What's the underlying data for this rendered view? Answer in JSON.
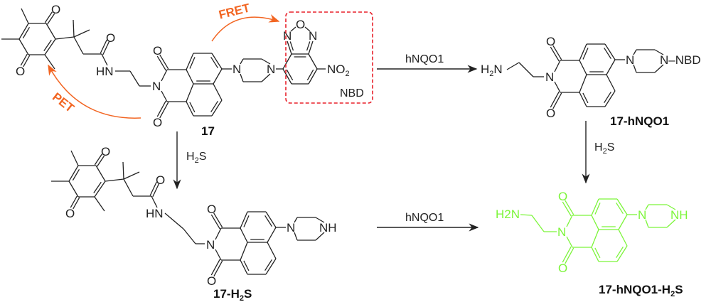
{
  "title": "hNQO1 and H2S dual-responsive probe 17 sensing mechanism",
  "colors": {
    "bond": "#222222",
    "energy_transfer": "#f26522",
    "nbd_box": "#e8202a",
    "fluorescent_product": "#7cf53a"
  },
  "compounds": {
    "probe": {
      "label": "17",
      "groups": {
        "nbd_box_label": "NBD",
        "nitro": "NO",
        "nitro_sub": "2",
        "amide_nh": "HN",
        "imide_n": "N"
      }
    },
    "hnqo1_product": {
      "label": "17-hNQO1",
      "amine": "H",
      "amine_sub": "2",
      "amine_n": "N",
      "nbd": "N–NBD"
    },
    "h2s_product": {
      "label_main": "17-H",
      "label_sub": "2",
      "label_end": "S",
      "piperazine_nh": "NH"
    },
    "final_product": {
      "label_main": "17-hNQO1-H",
      "label_sub": "2",
      "label_end": "S",
      "amine": "H2N",
      "piperazine_nh": "NH"
    }
  },
  "atoms": {
    "O": "O",
    "N": "N"
  },
  "processes": {
    "fret": "FRET",
    "pet": "PET"
  },
  "reagents": {
    "top_arrow": "hNQO1",
    "bottom_arrow": "hNQO1",
    "left_down": {
      "main": "H",
      "sub": "2",
      "end": "S"
    },
    "right_down": {
      "main": "H",
      "sub": "2",
      "end": "S"
    }
  }
}
